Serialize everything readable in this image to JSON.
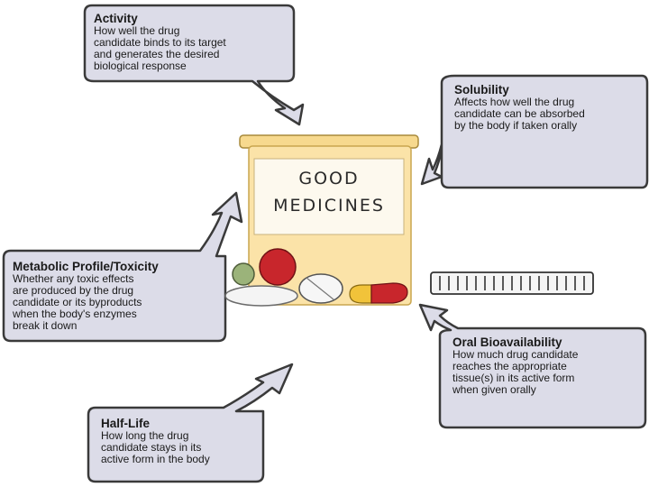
{
  "bottle": {
    "label_line_1": "GOOD",
    "label_line_2": "MEDICINES"
  },
  "bubbles": {
    "activity": {
      "title": "Activity",
      "lines": [
        "How well the drug",
        "candidate binds to its target",
        "and generates the desired",
        "biological response"
      ]
    },
    "solubility": {
      "title": "Solubility",
      "lines": [
        "Affects how well the drug",
        "candidate can be absorbed",
        "by the body if taken orally"
      ]
    },
    "metabolic": {
      "title": "Metabolic Profile/Toxicity",
      "lines": [
        "Whether any toxic effects",
        "are produced by the drug",
        "candidate or its byproducts",
        "when the body's enzymes",
        "break it down"
      ]
    },
    "half_life": {
      "title": "Half-Life",
      "lines": [
        "How long the drug",
        "candidate stays in its",
        "active form in the body"
      ]
    },
    "oral_bioavailability": {
      "title": "Oral Bioavailability",
      "lines": [
        "How much drug candidate",
        "reaches the appropriate",
        "tissue(s) in its active form",
        "when given orally"
      ]
    }
  },
  "colors": {
    "bubble_fill": "#dcdce8",
    "bubble_stroke": "#3a3a3a",
    "bottle_fill": "#fbe3a8",
    "label_fill": "#fdf9ee",
    "pill_red": "#c8262c",
    "pill_yellow": "#f1c33a",
    "pill_green": "#9bb37a"
  },
  "icons": [
    "speech-bubble-arrow",
    "medicine-bottle",
    "pill",
    "bottle-cap"
  ]
}
